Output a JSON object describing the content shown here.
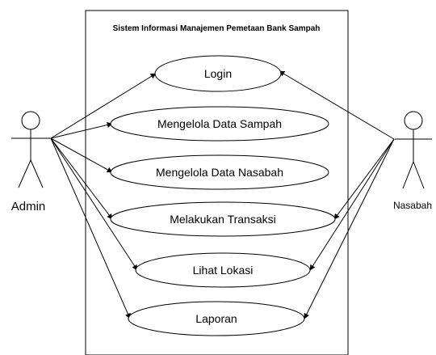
{
  "system": {
    "title": "Sistem Informasi Manajemen Pemetaan Bank Sampah"
  },
  "actors": {
    "admin": {
      "label": "Admin"
    },
    "nasabah": {
      "label": "Nasabah"
    }
  },
  "use_cases": [
    {
      "id": "login",
      "label": "Login"
    },
    {
      "id": "mengelola-data-sampah",
      "label": "Mengelola Data Sampah"
    },
    {
      "id": "mengelola-data-nasabah",
      "label": "Mengelola Data Nasabah"
    },
    {
      "id": "melakukan-transaksi",
      "label": "Melakukan Transaksi"
    },
    {
      "id": "lihat-lokasi",
      "label": "Lihat Lokasi"
    },
    {
      "id": "laporan",
      "label": "Laporan"
    }
  ],
  "associations": {
    "admin": [
      "login",
      "mengelola-data-sampah",
      "mengelola-data-nasabah",
      "melakukan-transaksi",
      "lihat-lokasi",
      "laporan"
    ],
    "nasabah": [
      "login",
      "melakukan-transaksi",
      "lihat-lokasi",
      "laporan"
    ]
  }
}
